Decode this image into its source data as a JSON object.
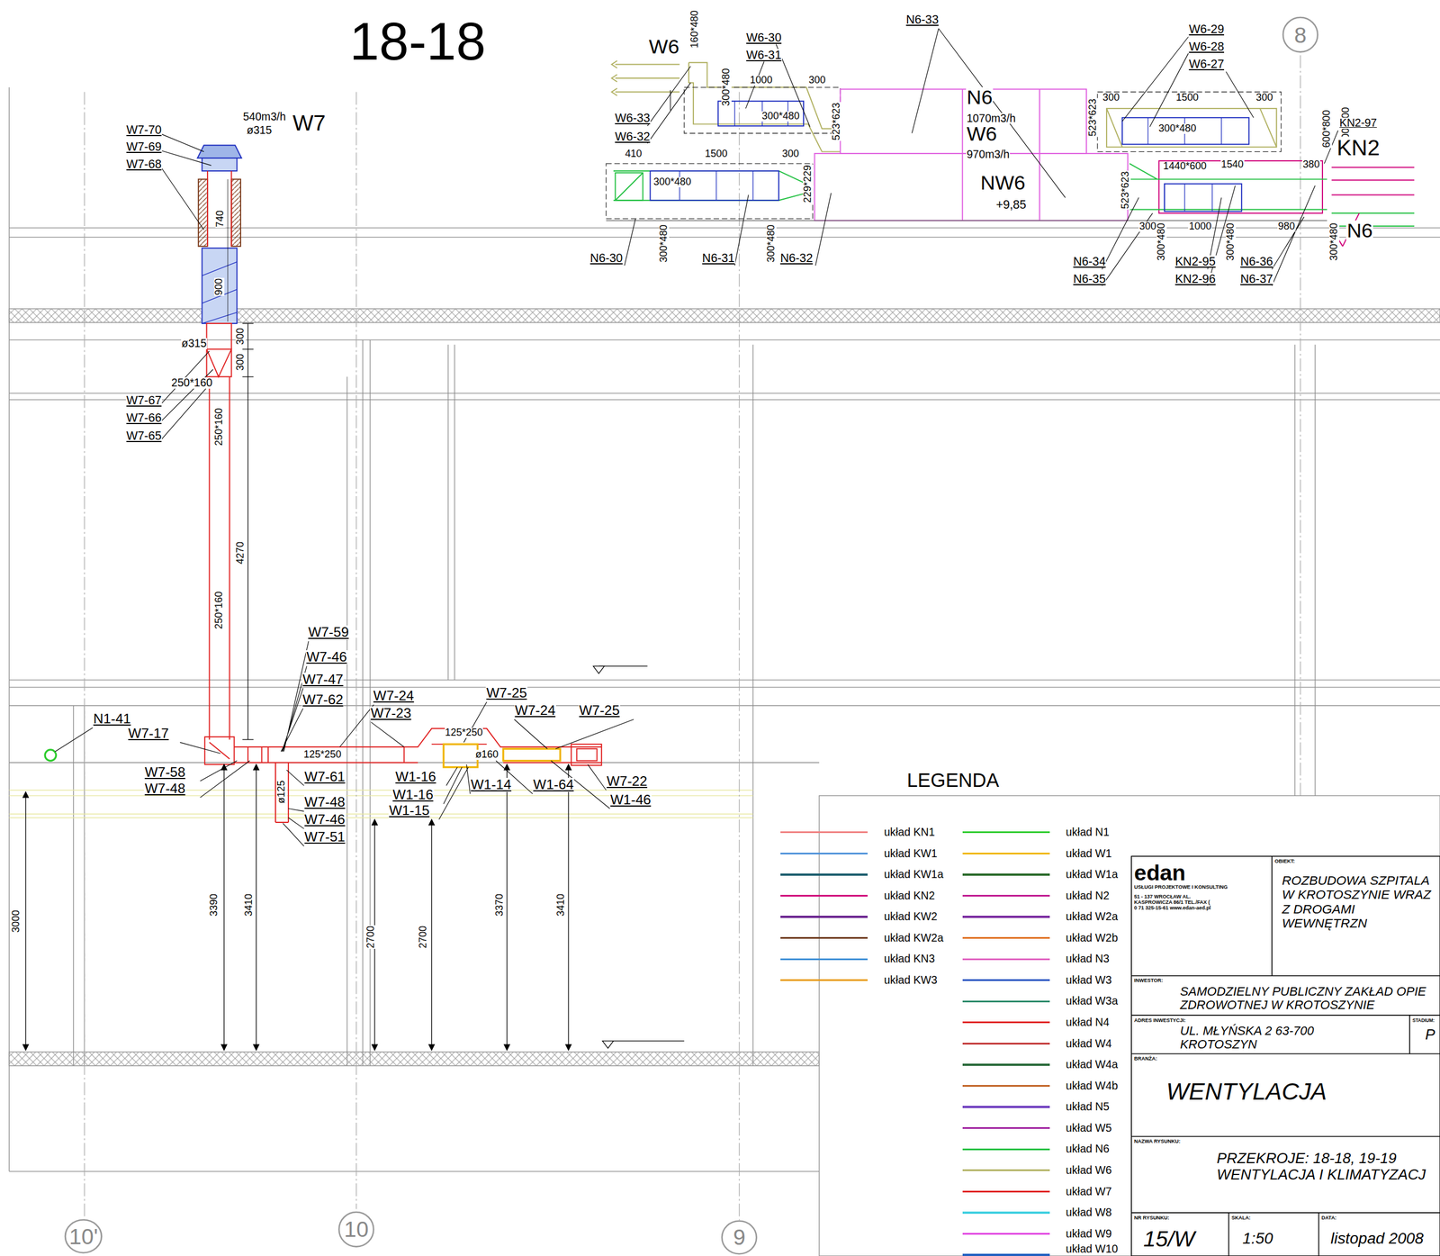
{
  "diagram": {
    "title": "18-18",
    "nodes": [
      {
        "text": [
          "8"
        ]
      },
      {
        "text": [
          "10'"
        ]
      },
      {
        "text": [
          "10"
        ]
      },
      {
        "text": [
          "9"
        ]
      },
      {
        "text": [
          "edan",
          "USŁUGI PROJEKTOWE I KONSULTING",
          "51 - 137 WROCŁAW AL. KASPROWICZA 86/1 TEL./FAX ( 0 71 325-15-61 www.edan-aed.pl"
        ]
      },
      {
        "text": [
          "OBIEKT:",
          "ROZBUDOWA SZPITALA W KROTOSZYNIE WRAZ Z DROGAMI WEWNĘTRZN"
        ]
      },
      {
        "text": [
          "INWESTOR:",
          "SAMODZIELNY PUBLICZNY ZAKŁAD OPIE ZDROWOTNEJ W KROTOSZYNIE"
        ]
      },
      {
        "text": [
          "ADRES INWESTYCJI:",
          "UL. MŁYŃSKA 2 63-700 KROTOSZYN"
        ]
      },
      {
        "text": [
          "STADIUM:",
          "P"
        ]
      },
      {
        "text": [
          "BRANŻA:",
          "WENTYLACJA"
        ]
      },
      {
        "text": [
          "NAZWA RYSUNKU:",
          "PRZEKROJE: 18-18, 19-19 WENTYLACJA I KLIMATYZACJ"
        ]
      },
      {
        "text": [
          "NR RYSUNKU:",
          "15/W"
        ]
      },
      {
        "text": [
          "SKALA:",
          "1:50"
        ]
      },
      {
        "text": [
          "DATA:",
          "listopad 2008"
        ]
      }
    ],
    "labels": [
      "W6",
      "160*480",
      "W6-30",
      "W6-31",
      "300*480",
      "1000",
      "300",
      "300*480",
      "523*623",
      "W6-33",
      "W6-32",
      "410",
      "1500",
      "300",
      "300*480",
      "229*229",
      "N6-30",
      "300*480",
      "N6-31",
      "300*480",
      "N6-32",
      "N6-33",
      "N6",
      "1070m3/h",
      "W6",
      "970m3/h",
      "NW6",
      "+9,85",
      "W6-29",
      "W6-28",
      "W6-27",
      "300",
      "1500",
      "300",
      "300*480",
      "523*623",
      "1440*600",
      "1540",
      "380",
      "600*800",
      "1000*800",
      "KN2-97",
      "KN2",
      "523*623",
      "300",
      "1000",
      "980",
      "N6",
      "N6-34",
      "N6-35",
      "300*480",
      "KN2-95",
      "KN2-96",
      "300*480",
      "N6-36",
      "N6-37",
      "300*480",
      "540m3/h",
      "ø315",
      "W7",
      "W7-70",
      "W7-69",
      "W7-68",
      "740",
      "900",
      "300",
      "300",
      "ø315",
      "250*160",
      "W7-67",
      "W7-66",
      "W7-65",
      "250*160",
      "4270",
      "250*160",
      "W7-59",
      "W7-46",
      "W7-47",
      "W7-62",
      "W7-24",
      "W7-23",
      "W7-25",
      "W7-24",
      "W7-25",
      "N1-41",
      "W7-17",
      "125*250",
      "125*250",
      "ø160",
      "W7-58",
      "W7-48",
      "ø125",
      "W7-61",
      "W7-48",
      "W7-46",
      "W7-51",
      "W1-16",
      "W1-16",
      "W1-15",
      "W1-14",
      "W1-64",
      "W7-22",
      "W1-46",
      "3000",
      "3390",
      "3410",
      "2700",
      "2700",
      "3370",
      "3410",
      "LEGENDA"
    ],
    "legend": [
      {
        "text": "układ KN1",
        "color": "#f08080"
      },
      {
        "text": "układ KW1",
        "color": "#4a90d9"
      },
      {
        "text": "układ KW1a",
        "color": "#1d5e6e"
      },
      {
        "text": "układ KN2",
        "color": "#d0007a"
      },
      {
        "text": "układ KW2",
        "color": "#6b2590"
      },
      {
        "text": "układ KW2a",
        "color": "#6e3b1e"
      },
      {
        "text": "układ KN3",
        "color": "#3d8fd6"
      },
      {
        "text": "układ KW3",
        "color": "#e89a00"
      },
      {
        "text": "układ N1",
        "color": "#2ecc2e"
      },
      {
        "text": "układ W1",
        "color": "#f0b400"
      },
      {
        "text": "układ W1a",
        "color": "#2a6a2a"
      },
      {
        "text": "układ N2",
        "color": "#c01890"
      },
      {
        "text": "układ W2a",
        "color": "#7a2aa0"
      },
      {
        "text": "układ W2b",
        "color": "#e07020"
      },
      {
        "text": "układ N3",
        "color": "#e060c0"
      },
      {
        "text": "układ W3",
        "color": "#2050c0"
      },
      {
        "text": "układ W3a",
        "color": "#2a8a6a"
      },
      {
        "text": "układ N4",
        "color": "#e02020"
      },
      {
        "text": "układ W4",
        "color": "#c03030"
      },
      {
        "text": "układ W4a",
        "color": "#2a6a3a"
      },
      {
        "text": "układ W4b",
        "color": "#c06020"
      },
      {
        "text": "układ N5",
        "color": "#7040c0"
      },
      {
        "text": "układ W5",
        "color": "#a020a0"
      },
      {
        "text": "układ N6",
        "color": "#20c040"
      },
      {
        "text": "układ W6",
        "color": "#b0b060"
      },
      {
        "text": "układ W7",
        "color": "#e02020"
      },
      {
        "text": "układ W8",
        "color": "#40d0e0"
      },
      {
        "text": "układ W9",
        "color": "#e040e0"
      },
      {
        "text": "układ W10",
        "color": "#2060c0"
      }
    ]
  }
}
